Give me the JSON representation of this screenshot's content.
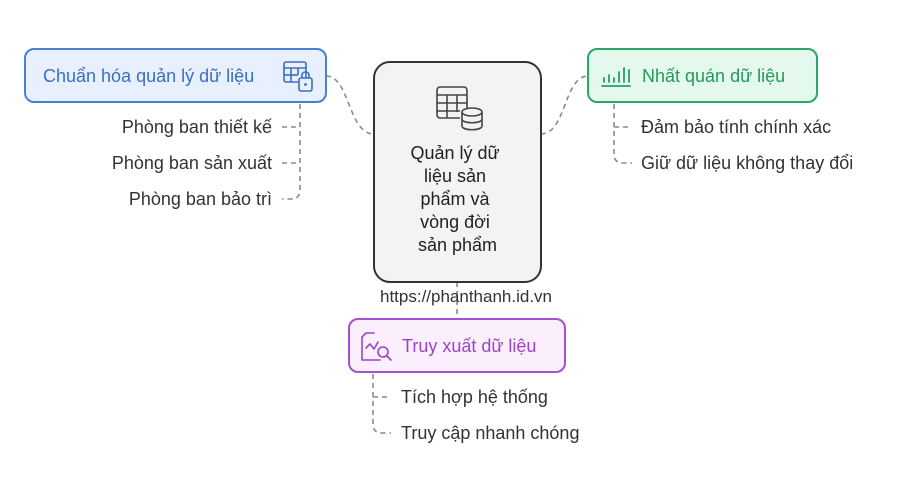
{
  "center": {
    "lines": [
      "Quản lý dữ",
      "liệu sản",
      "phẩm và",
      "vòng đời",
      "sản phẩm"
    ],
    "icon": "table-database-icon"
  },
  "watermark": "https://phanthanh.id.vn",
  "branches": {
    "standardize": {
      "label": "Chuẩn hóa quản lý dữ liệu",
      "icon": "table-lock-icon",
      "color": "#4a7fd6",
      "items": [
        "Phòng ban thiết kế",
        "Phòng ban sản xuất",
        "Phòng ban bảo trì"
      ]
    },
    "consistency": {
      "label": "Nhất quán dữ liệu",
      "icon": "bar-chart-icon",
      "color": "#2aa86a",
      "items": [
        "Đảm bảo tính chính xác",
        "Giữ dữ liệu không thay đổi"
      ]
    },
    "retrieval": {
      "label": "Truy xuất dữ liệu",
      "icon": "report-search-icon",
      "color": "#a74fd1",
      "items": [
        "Tích hợp hệ thống",
        "Truy cập nhanh chóng"
      ]
    }
  }
}
